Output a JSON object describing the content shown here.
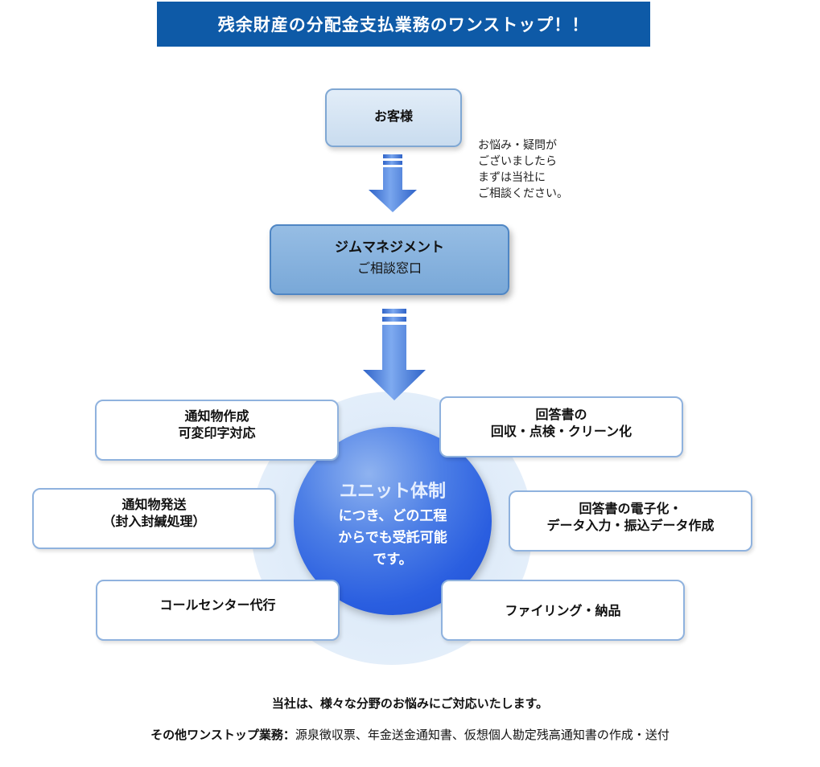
{
  "title": "残余財産の分配金支払業務のワンストップ！！",
  "customer": {
    "label": "お客様",
    "note": [
      "お悩み・疑問が",
      "ございましたら",
      "まずは当社に",
      "ご相談ください。"
    ]
  },
  "gym": {
    "title": "ジムマネジメント",
    "subtitle": "ご相談窓口"
  },
  "center": {
    "title": "ユニット体制",
    "lines": [
      "につき、どの工程",
      "からでも受託可能",
      "です。"
    ]
  },
  "services_left": [
    {
      "lines": [
        "通知物作成",
        "可変印字対応"
      ]
    },
    {
      "lines": [
        "通知物発送",
        "（封入封緘処理）"
      ]
    },
    {
      "lines": [
        "コールセンター代行"
      ]
    }
  ],
  "services_right": [
    {
      "lines": [
        "回答書の",
        "回収・点検・クリーン化"
      ]
    },
    {
      "lines": [
        "回答書の電子化・",
        "データ入力・振込データ作成"
      ]
    },
    {
      "lines": [
        "ファイリング・納品"
      ]
    }
  ],
  "footer": {
    "main": "当社は、様々な分野のお悩みにご対応いたします。",
    "other_label": "その他ワンストップ業務：",
    "other_text": "源泉徴収票、年金送金通知書、仮想個人勘定残高通知書の作成・送付"
  },
  "colors": {
    "banner": "#0e5aa7",
    "arrow": "#3f78d8",
    "center": "#2a5ee0",
    "box_border": "#8fb2de"
  }
}
